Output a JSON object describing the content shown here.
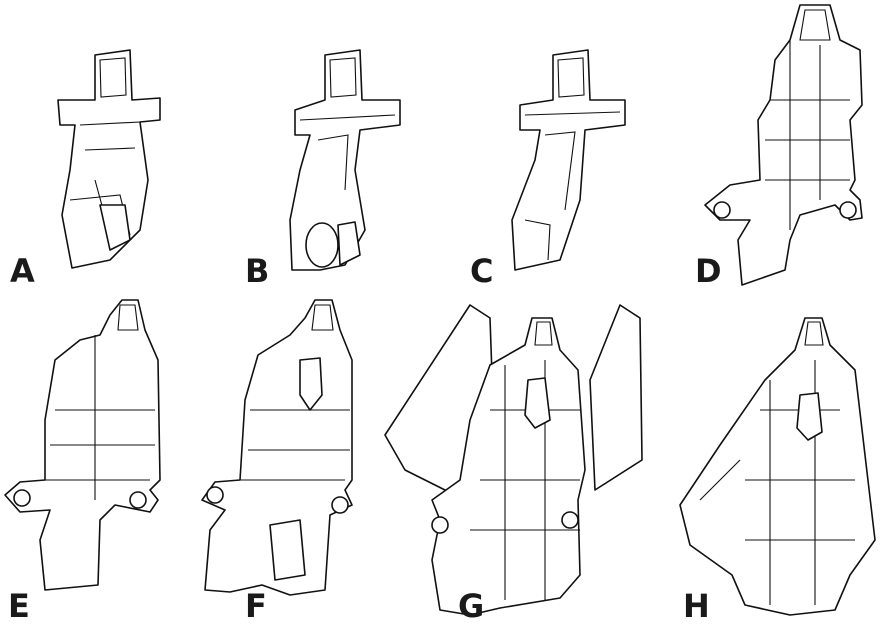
{
  "panels": [
    {
      "label": "A"
    },
    {
      "label": "B"
    },
    {
      "label": "C"
    },
    {
      "label": "D"
    },
    {
      "label": "E"
    },
    {
      "label": "F"
    },
    {
      "label": "G"
    },
    {
      "label": "H"
    }
  ],
  "colors": {
    "ink": "#111111",
    "background": "#ffffff"
  }
}
